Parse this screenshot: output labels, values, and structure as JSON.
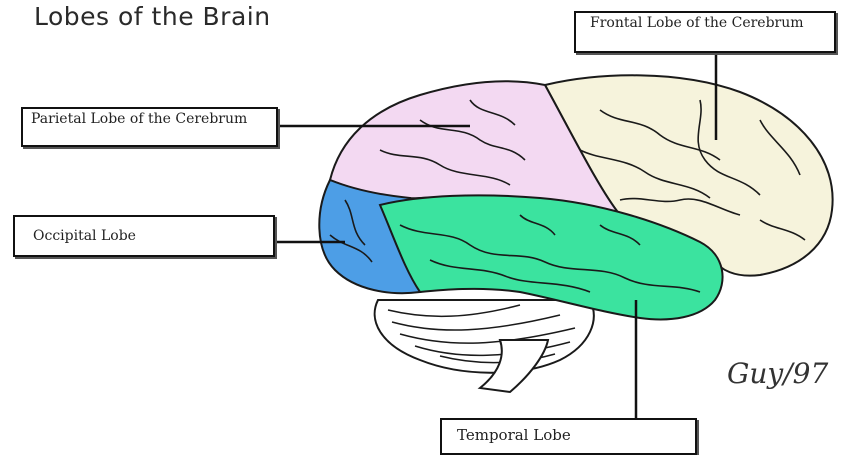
{
  "title": "Lobes of the Brain",
  "labels": {
    "frontal": "Frontal Lobe of the Cerebrum",
    "parietal": "Parietal Lobe of the Cerebrum",
    "occipital": "Occipital Lobe",
    "temporal": "Temporal Lobe"
  },
  "signature": "Guy/97",
  "colors": {
    "frontal": "#f6f3dc",
    "parietal": "#f3d9f2",
    "occipital": "#4d9ee6",
    "temporal": "#3be39f",
    "outline": "#1a1a1a"
  }
}
